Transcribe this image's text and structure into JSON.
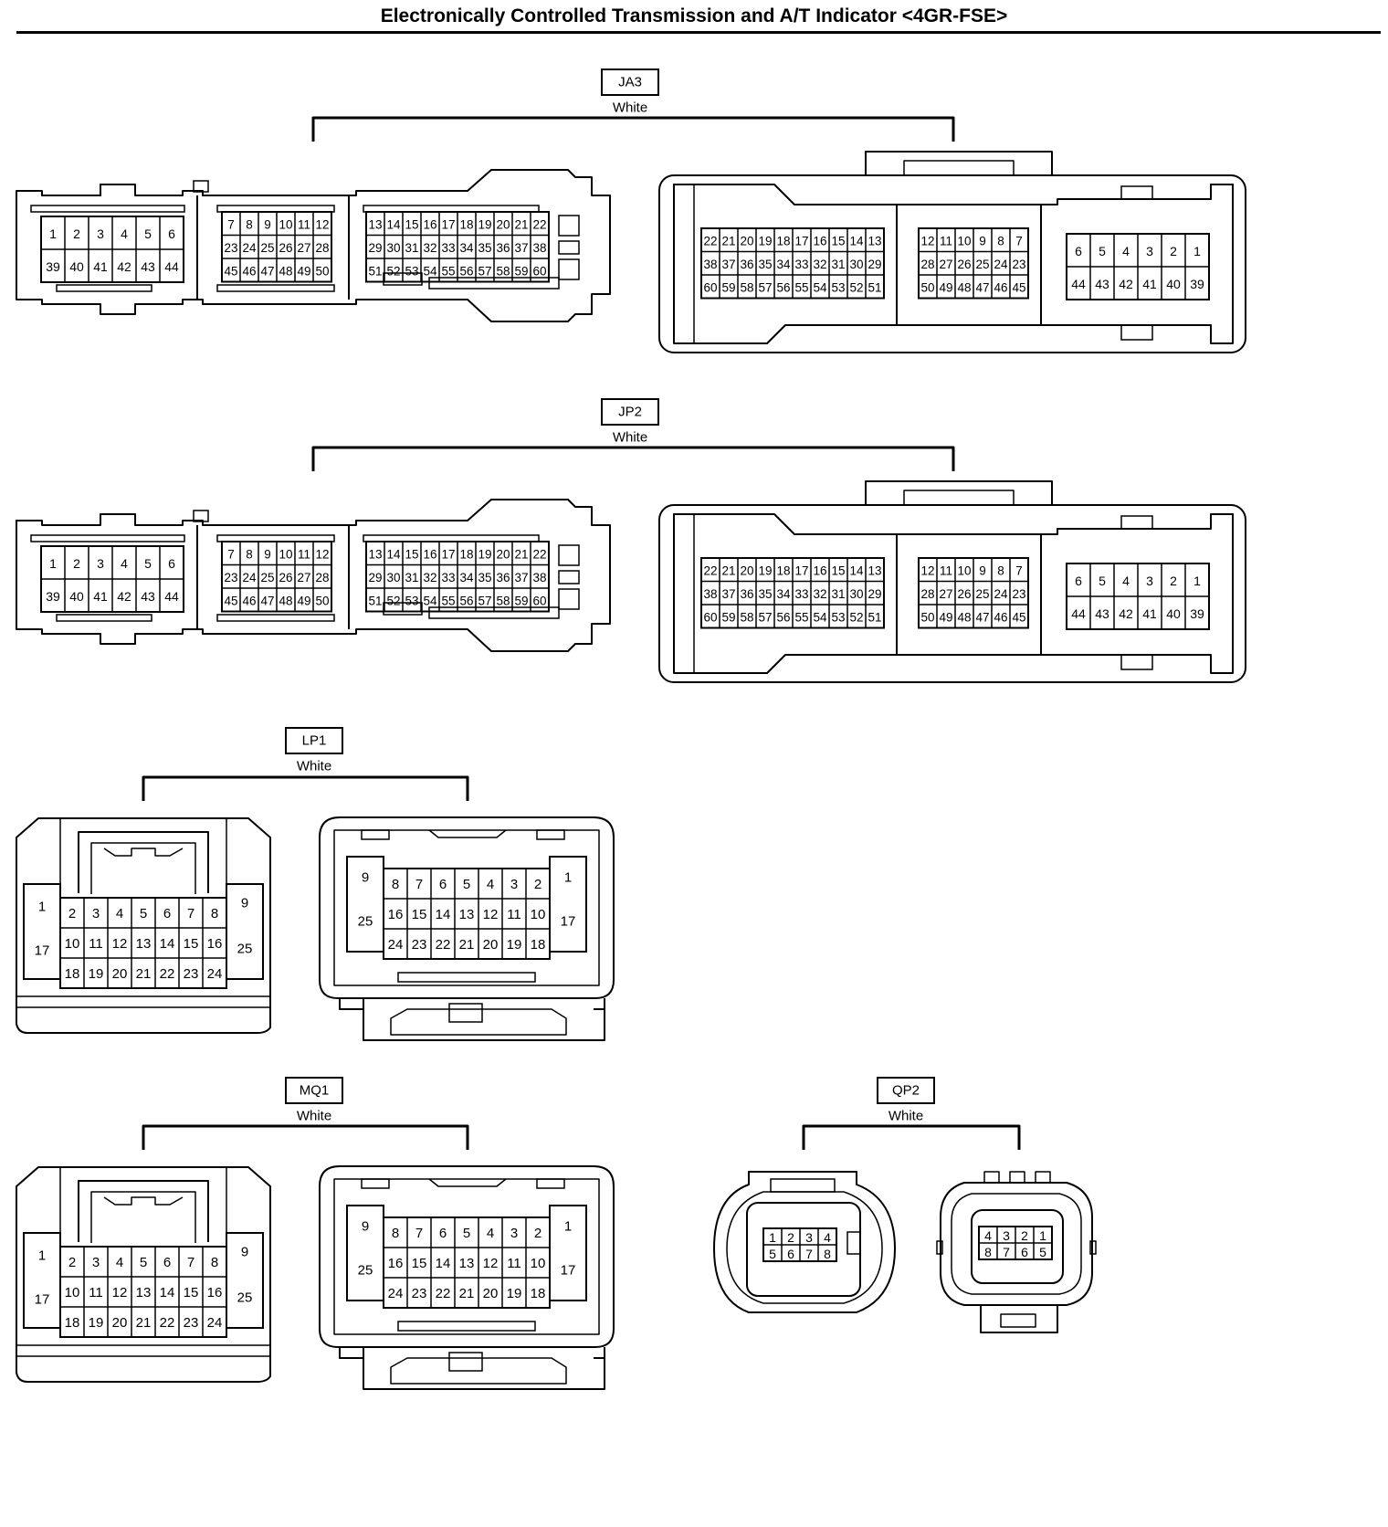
{
  "page": {
    "title": "Electronically Controlled Transmission and A/T Indicator <4GR-FSE>"
  },
  "connectors": [
    {
      "id": "JA3",
      "color": "White",
      "type": "ecu60"
    },
    {
      "id": "JP2",
      "color": "White",
      "type": "ecu60"
    },
    {
      "id": "LP1",
      "color": "White",
      "type": "c25"
    },
    {
      "id": "MQ1",
      "color": "White",
      "type": "c25"
    },
    {
      "id": "QP2",
      "color": "White",
      "type": "c8"
    }
  ],
  "pin_layouts": {
    "ecu60_female": {
      "left": [
        [
          "1",
          "2",
          "3",
          "4",
          "5",
          "6"
        ],
        [
          "39",
          "40",
          "41",
          "42",
          "43",
          "44"
        ]
      ],
      "middle": [
        [
          "7",
          "8",
          "9",
          "10",
          "11",
          "12"
        ],
        [
          "23",
          "24",
          "25",
          "26",
          "27",
          "28"
        ],
        [
          "45",
          "46",
          "47",
          "48",
          "49",
          "50"
        ]
      ],
      "right": [
        [
          "13",
          "14",
          "15",
          "16",
          "17",
          "18",
          "19",
          "20",
          "21",
          "22"
        ],
        [
          "29",
          "30",
          "31",
          "32",
          "33",
          "34",
          "35",
          "36",
          "37",
          "38"
        ],
        [
          "51",
          "52",
          "53",
          "54",
          "55",
          "56",
          "57",
          "58",
          "59",
          "60"
        ]
      ]
    },
    "ecu60_male": {
      "left": [
        [
          "22",
          "21",
          "20",
          "19",
          "18",
          "17",
          "16",
          "15",
          "14",
          "13"
        ],
        [
          "38",
          "37",
          "36",
          "35",
          "34",
          "33",
          "32",
          "31",
          "30",
          "29"
        ],
        [
          "60",
          "59",
          "58",
          "57",
          "56",
          "55",
          "54",
          "53",
          "52",
          "51"
        ]
      ],
      "middle": [
        [
          "12",
          "11",
          "10",
          "9",
          "8",
          "7"
        ],
        [
          "28",
          "27",
          "26",
          "25",
          "24",
          "23"
        ],
        [
          "50",
          "49",
          "48",
          "47",
          "46",
          "45"
        ]
      ],
      "right": [
        [
          "6",
          "5",
          "4",
          "3",
          "2",
          "1"
        ],
        [
          "44",
          "43",
          "42",
          "41",
          "40",
          "39"
        ]
      ]
    },
    "c25_female": {
      "side_left": [
        "1",
        "17"
      ],
      "side_right": [
        "9",
        "25"
      ],
      "rows": [
        [
          "2",
          "3",
          "4",
          "5",
          "6",
          "7",
          "8"
        ],
        [
          "10",
          "11",
          "12",
          "13",
          "14",
          "15",
          "16"
        ],
        [
          "18",
          "19",
          "20",
          "21",
          "22",
          "23",
          "24"
        ]
      ]
    },
    "c25_male": {
      "side_left": [
        "9",
        "25"
      ],
      "side_right": [
        "1",
        "17"
      ],
      "rows": [
        [
          "8",
          "7",
          "6",
          "5",
          "4",
          "3",
          "2"
        ],
        [
          "16",
          "15",
          "14",
          "13",
          "12",
          "11",
          "10"
        ],
        [
          "24",
          "23",
          "22",
          "21",
          "20",
          "19",
          "18"
        ]
      ]
    },
    "c8_female": [
      [
        "1",
        "2",
        "3",
        "4"
      ],
      [
        "5",
        "6",
        "7",
        "8"
      ]
    ],
    "c8_male": [
      [
        "4",
        "3",
        "2",
        "1"
      ],
      [
        "8",
        "7",
        "6",
        "5"
      ]
    ]
  }
}
